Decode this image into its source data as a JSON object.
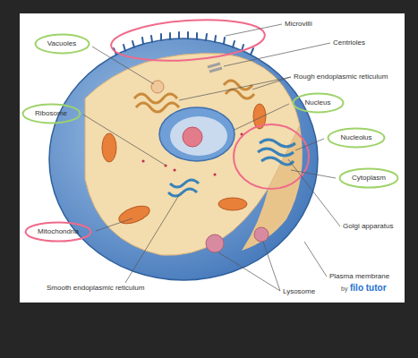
{
  "diagram": {
    "nodes": [
      {
        "text": [
          "Vacuoles"
        ]
      },
      {
        "text": [
          "Ribosome"
        ]
      },
      {
        "text": [
          "Nucleus"
        ]
      },
      {
        "text": [
          "Nucleolus"
        ]
      },
      {
        "text": [
          "Cytoplasm"
        ]
      },
      {
        "text": [
          "Mitochondria"
        ]
      }
    ],
    "labels": [
      "Microvilli",
      "Centrioles",
      "Rough endoplasmic reticulum",
      "Golgi apparatus",
      "Plasma membrane",
      "Lysosome",
      "Smooth endoplasmic reticulum",
      "by",
      "filo tutor"
    ]
  }
}
